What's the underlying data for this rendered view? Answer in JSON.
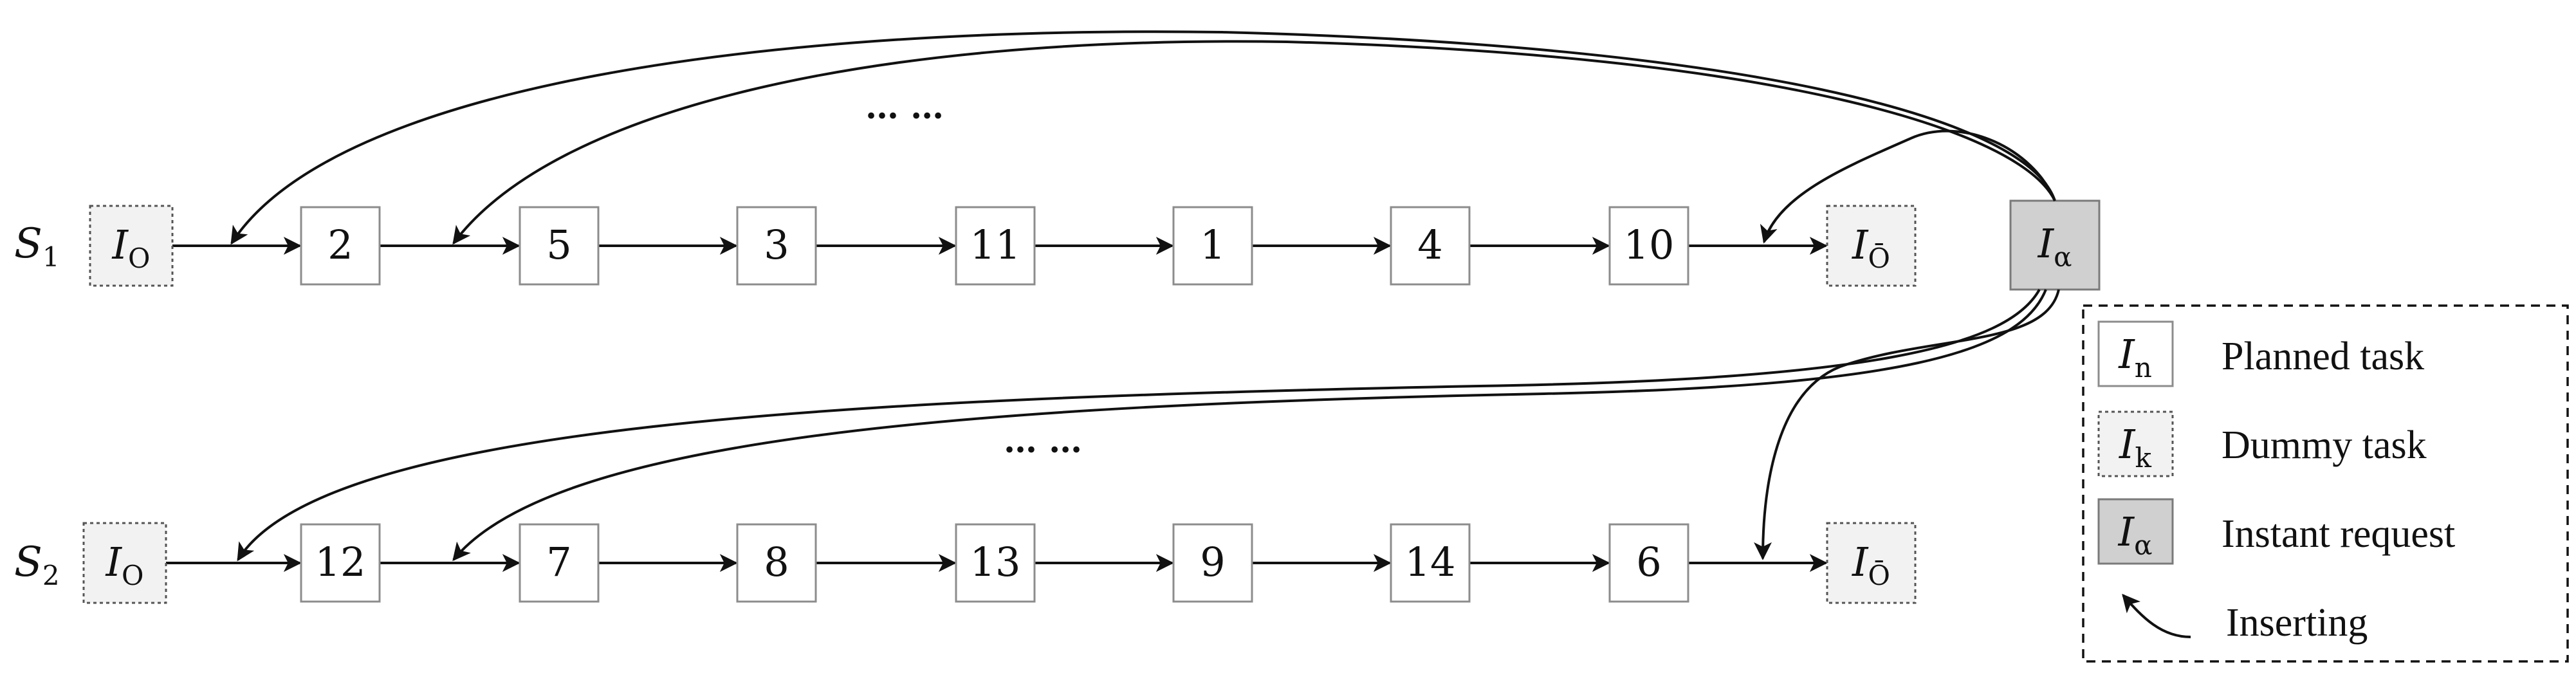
{
  "sequences": [
    {
      "label": "S",
      "label_sub": "1",
      "start": {
        "main": "I",
        "sub": "O"
      },
      "tasks": [
        "2",
        "5",
        "3",
        "11",
        "1",
        "4",
        "10"
      ],
      "end": {
        "main": "I",
        "sub": "Ō"
      }
    },
    {
      "label": "S",
      "label_sub": "2",
      "start": {
        "main": "I",
        "sub": "O"
      },
      "tasks": [
        "12",
        "7",
        "8",
        "13",
        "9",
        "14",
        "6"
      ],
      "end": {
        "main": "I",
        "sub": "Ō"
      }
    }
  ],
  "instant_request": {
    "main": "I",
    "sub": "α"
  },
  "ellipsis": [
    "… …",
    "… …"
  ],
  "legend": {
    "items": [
      {
        "symbol_main": "I",
        "symbol_sub": "n",
        "label": "Planned task",
        "style": "planned"
      },
      {
        "symbol_main": "I",
        "symbol_sub": "k",
        "label": "Dummy task",
        "style": "dummy"
      },
      {
        "symbol_main": "I",
        "symbol_sub": "α",
        "label": "Instant request",
        "style": "instant"
      },
      {
        "symbol_main": "",
        "symbol_sub": "",
        "label": "Inserting",
        "style": "arrow"
      }
    ]
  },
  "colors": {
    "planned_fill": "#ffffff",
    "dummy_fill": "#f2f2f2",
    "instant_fill": "#d0d0d0",
    "line": "#111111"
  }
}
